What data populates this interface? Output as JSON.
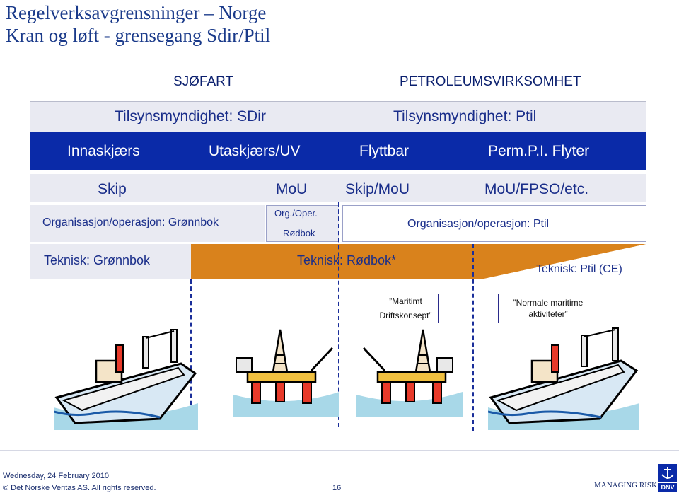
{
  "title": {
    "line1": "Regelverksavgrensninger – Norge",
    "line2": "Kran og løft  - grensegang Sdir/Ptil"
  },
  "headers": {
    "left": "SJØFART",
    "right": "PETROLEUMSVIRKSOMHET"
  },
  "authority": {
    "left": "Tilsynsmyndighet: SDir",
    "right": "Tilsynsmyndighet: Ptil"
  },
  "zones": [
    "Innaskjærs",
    "Utaskjærs/UV",
    "Flyttbar",
    "Perm.P.I. Flyter"
  ],
  "categories": [
    "Skip",
    "MoU",
    "Skip/MoU",
    "MoU/FPSO/etc."
  ],
  "organisation": {
    "left": "Organisasjon/operasjon: Grønnbok",
    "middle_line1": "Org./Oper.",
    "middle_line2": "Rødbok",
    "right": "Organisasjon/operasjon: Ptil"
  },
  "technical": {
    "left": "Teknisk: Grønnbok",
    "middle": "Teknisk: Rødbok*",
    "right": "Teknisk: Ptil (CE)"
  },
  "notes": {
    "maritime_line1": "”Maritimt",
    "maritime_line2": "Driftskonsept”",
    "normal_line1": "”Normale maritime",
    "normal_line2": "aktiviteter”"
  },
  "footer": {
    "date": "Wednesday, 24 February 2010",
    "copyright": "© Det Norske Veritas AS. All rights reserved.",
    "page": "16",
    "tagline": "MANAGING RISK",
    "logo": "DNV"
  },
  "colors": {
    "title": "#1a3a8a",
    "navy_band": "#0a2aa8",
    "orange": "#d9821c",
    "light_band": "#e9eaf2",
    "dash": "#1a2e9a"
  }
}
